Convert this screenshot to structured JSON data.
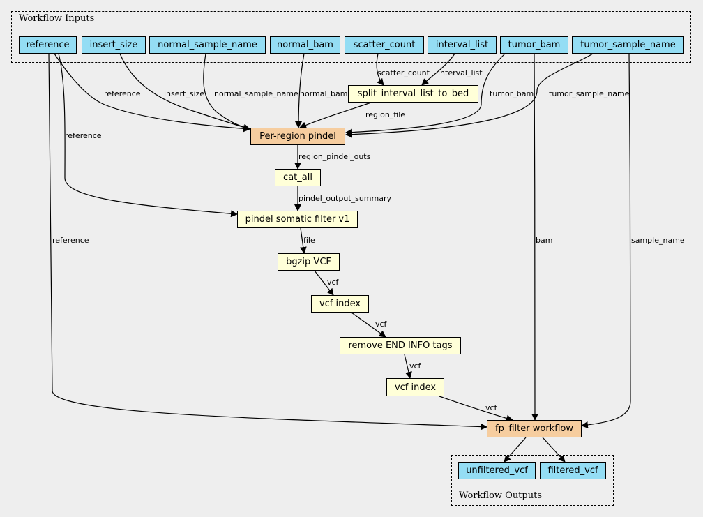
{
  "clusters": {
    "inputs_label": "Workflow Inputs",
    "outputs_label": "Workflow Outputs"
  },
  "nodes": {
    "reference": "reference",
    "insert_size": "insert_size",
    "normal_sample_name": "normal_sample_name",
    "normal_bam": "normal_bam",
    "scatter_count": "scatter_count",
    "interval_list": "interval_list",
    "tumor_bam": "tumor_bam",
    "tumor_sample_name": "tumor_sample_name",
    "split_interval_list_to_bed": "split_interval_list_to_bed",
    "per_region_pindel": "Per-region pindel",
    "cat_all": "cat_all",
    "pindel_somatic_filter": "pindel somatic filter v1",
    "bgzip_vcf": "bgzip VCF",
    "vcf_index_1": "vcf index",
    "remove_end_info_tags": "remove END INFO tags",
    "vcf_index_2": "vcf index",
    "fp_filter_workflow": "fp_filter workflow",
    "unfiltered_vcf": "unfiltered_vcf",
    "filtered_vcf": "filtered_vcf"
  },
  "edge_labels": {
    "reference_to_pindel": "reference",
    "insert_size_to_pindel": "insert_size",
    "normal_sample_name_to_pindel": "normal_sample_name",
    "normal_bam_to_pindel": "normal_bam",
    "scatter_count_to_split": "scatter_count",
    "interval_list_to_split": "interval_list",
    "tumor_bam_to_pindel": "tumor_bam",
    "tumor_sample_name_to_pindel": "tumor_sample_name",
    "split_to_pindel": "region_file",
    "reference_to_filter": "reference",
    "pindel_to_cat": "region_pindel_outs",
    "cat_to_filter": "pindel_output_summary",
    "filter_to_bgzip": "file",
    "bgzip_to_index": "vcf",
    "index_to_remove": "vcf",
    "remove_to_index": "vcf",
    "reference_to_fp": "reference",
    "tumor_bam_to_fp": "bam",
    "tumor_sample_name_to_fp": "sample_name",
    "index_to_fp": "vcf"
  },
  "colors": {
    "io_node": "#94ddf4",
    "step_node": "#ffffd8",
    "subworkflow_node": "#f6cd9f",
    "background": "#eeeeee"
  }
}
